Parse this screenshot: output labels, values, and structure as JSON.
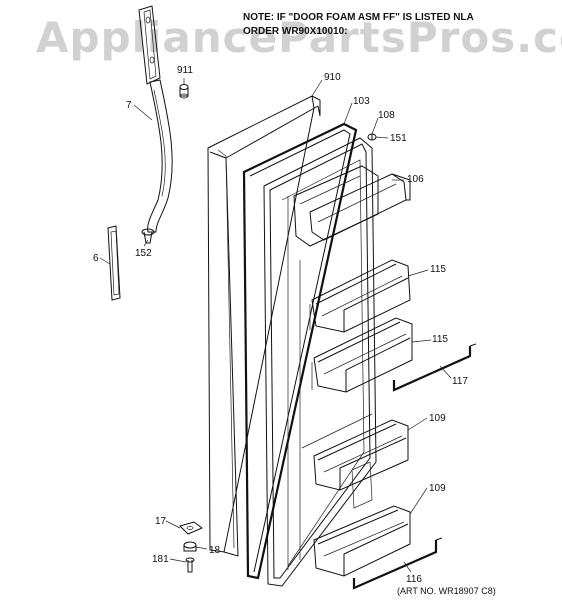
{
  "watermark": "AppliancePartsPros.com",
  "note": {
    "line1": "NOTE: IF \"DOOR FOAM ASM FF\" IS LISTED NLA",
    "line2": "ORDER WR90X10010:"
  },
  "art_number": "(ART NO. WR18907 C8)",
  "callouts": [
    "911",
    "910",
    "103",
    "108",
    "151",
    "7",
    "106",
    "152",
    "6",
    "115",
    "115",
    "117",
    "109",
    "109",
    "17",
    "18",
    "181",
    "116"
  ]
}
